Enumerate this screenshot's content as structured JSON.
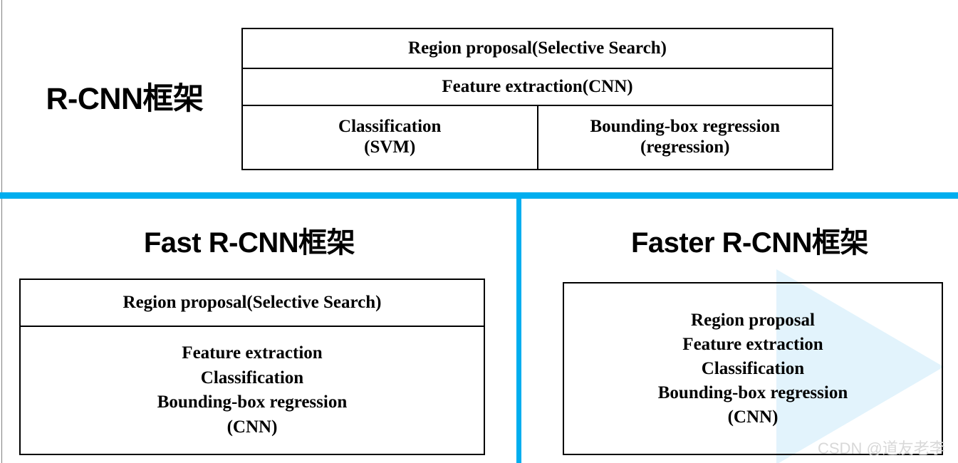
{
  "sections": {
    "rcnn": {
      "title": "R-CNN框架",
      "table": {
        "row_proposal": "Region proposal(Selective Search)",
        "row_feature": "Feature extraction(CNN)",
        "cell_classification_line1": "Classification",
        "cell_classification_line2": "(SVM)",
        "cell_bbox_line1": "Bounding-box regression",
        "cell_bbox_line2": "(regression)"
      }
    },
    "fast_rcnn": {
      "title": "Fast R-CNN框架",
      "box": {
        "row_proposal": "Region proposal(Selective Search)",
        "body_lines": [
          "Feature extraction",
          "Classification",
          "Bounding-box regression",
          "(CNN)"
        ]
      }
    },
    "faster_rcnn": {
      "title": "Faster R-CNN框架",
      "box": {
        "body_lines": [
          "Region proposal",
          "Feature extraction",
          "Classification",
          "Bounding-box regression",
          "(CNN)"
        ]
      }
    }
  },
  "watermark": "CSDN @道友老李",
  "colors": {
    "divider": "#00aeef",
    "triangle": "#e2f3fc",
    "border": "#000000",
    "watermark": "#d8d8d8"
  }
}
